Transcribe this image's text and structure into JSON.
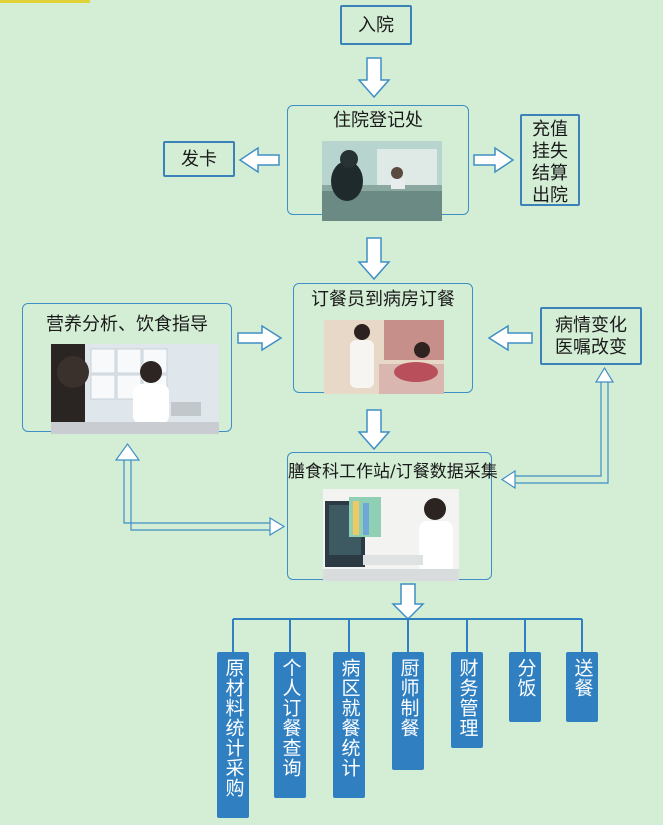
{
  "nodes": {
    "admission": "入院",
    "registration": "住院登记处",
    "card_issue": "发卡",
    "billing": "充值\n挂失\n结算\n出院",
    "ordering": "订餐员到病房订餐",
    "nutrition": "营养分析、饮食指导",
    "condition_change": "病情变化\n医嘱改变",
    "kitchen_station": "膳食科工作站/订餐数据采集"
  },
  "outputs": [
    {
      "label": "原材料统计采购"
    },
    {
      "label": "个人订餐查询"
    },
    {
      "label": "病区就餐统计"
    },
    {
      "label": "厨师制餐"
    },
    {
      "label": "财务管理"
    },
    {
      "label": "分饭"
    },
    {
      "label": "送餐"
    }
  ],
  "colors": {
    "background": "#d4eed6",
    "box_border": "#3f8fc4",
    "bar_fill": "#2f7fc1",
    "arrow_fill": "#ffffff",
    "arrow_stroke": "#3f8fc4"
  }
}
